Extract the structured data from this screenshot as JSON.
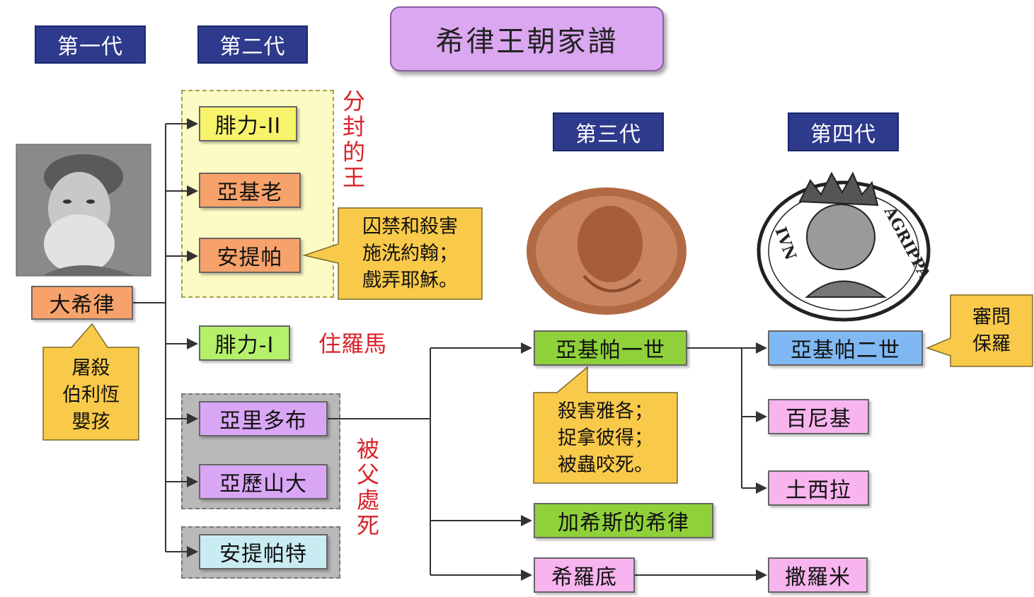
{
  "title": "希律王朝家譜",
  "generations": {
    "gen1": "第一代",
    "gen2": "第二代",
    "gen3": "第三代",
    "gen4": "第四代"
  },
  "nodes": {
    "herod_great": "大希律",
    "philip2": "腓力-II",
    "archelaus": "亞基老",
    "antipas": "安提帕",
    "philip1": "腓力-I",
    "aristobulus": "亞里多布",
    "alexander": "亞歷山大",
    "antipater": "安提帕特",
    "agrippa1": "亞基帕一世",
    "herod_chalcis": "加希斯的希律",
    "herodias": "希羅底",
    "agrippa2": "亞基帕二世",
    "bernice": "百尼基",
    "drusilla": "土西拉",
    "salome": "撒羅米"
  },
  "annotations": {
    "tetrarch": [
      "分",
      "封",
      "的",
      "王"
    ],
    "in_rome": "住羅馬",
    "killed_by_father": [
      "被",
      "父",
      "處",
      "死"
    ]
  },
  "callouts": {
    "herod_great": [
      "屠殺",
      "伯利恆",
      "嬰孩"
    ],
    "antipas": [
      "囚禁和殺害",
      "施洗約翰；",
      "戲弄耶穌。"
    ],
    "agrippa1": [
      "殺害雅各；",
      "捉拿彼得；",
      "被蟲咬死。"
    ],
    "agrippa2": [
      "審問",
      "保羅"
    ]
  },
  "coin_text": {
    "left": "IVN",
    "right": "AGRIPPA"
  },
  "colors": {
    "generation_bg": "#2e3a8c",
    "title_bg": "#dba7f0",
    "annotation_red": "#d8232a",
    "callout_bg": "#f9c94a"
  }
}
